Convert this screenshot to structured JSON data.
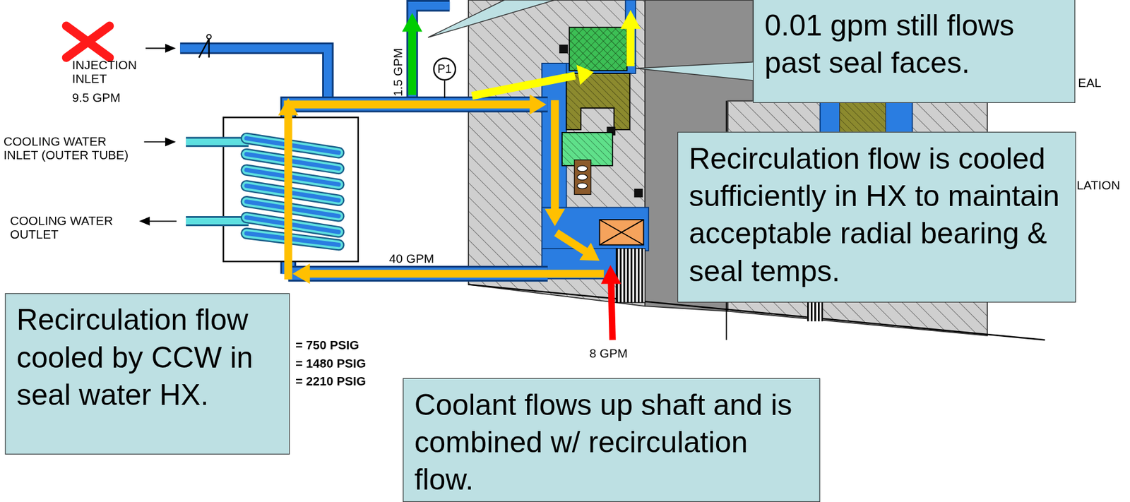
{
  "diagram": {
    "nodes": [
      {
        "text": [
          "0.01 gpm still flows past seal faces."
        ]
      },
      {
        "text": [
          "P1"
        ]
      },
      {
        "text": [
          "Recirculation flow is cooled sufficiently in HX to maintain acceptable radial bearing & seal temps."
        ]
      },
      {
        "text": [
          "Recirculation flow cooled by CCW in seal water HX."
        ]
      },
      {
        "text": [
          "Coolant flows up shaft and is combined w/ recirculation flow."
        ]
      }
    ],
    "labels": [
      "INJECTION INLET",
      "9.5 GPM",
      "1.5 GPM",
      "EAL",
      "COOLING WATER INLET (OUTER TUBE)",
      "LATION",
      "COOLING WATER OUTLET",
      "40 GPM",
      "= 750 PSIG",
      "= 1480 PSIG",
      "= 2210 PSIG",
      "8 GPM"
    ]
  }
}
